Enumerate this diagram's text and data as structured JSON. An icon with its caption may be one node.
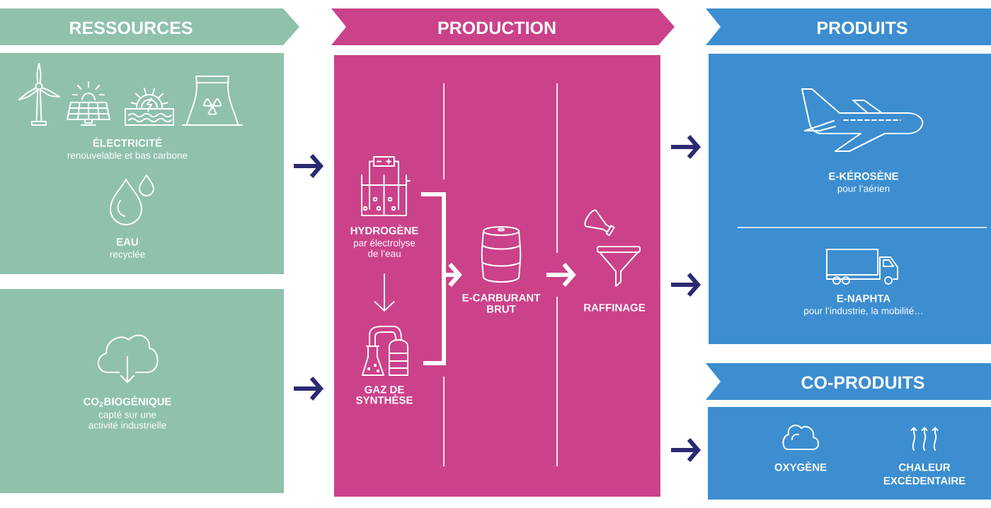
{
  "diagram": {
    "nodes": [
      {
        "text": [
          "RESSOURCES"
        ]
      },
      {
        "text": [],
        "shape": "box"
      },
      {
        "text": [
          "ÉLECTRICITÉ",
          "renouvelable et bas carbone"
        ],
        "in": 1
      },
      {
        "text": [
          "EAU",
          "recyclée"
        ],
        "in": 1
      },
      {
        "text": [],
        "shape": "box"
      },
      {
        "text": [
          "CO$_{2}$BIOGÉNIQUE",
          "capté sur une activité industrielle"
        ],
        "in": 4
      },
      {
        "text": [
          "PRODUCTION"
        ]
      },
      {
        "text": [],
        "shape": "box"
      },
      {
        "text": [
          "HYDROGÈNE",
          "par électrolyse de l’eau"
        ],
        "in": 7
      },
      {
        "text": [
          "GAZ DE SYNTHÈSE"
        ],
        "in": 7
      },
      {
        "text": [
          "E-CARBURANT BRUT"
        ],
        "in": 7
      },
      {
        "text": [
          "RAFFINAGE"
        ],
        "in": 7
      },
      {
        "text": [
          "PRODUITS"
        ]
      },
      {
        "text": [],
        "shape": "box"
      },
      {
        "text": [
          "E-KÉROSÈNE",
          "pour l’aérien"
        ],
        "in": 13
      },
      {
        "text": [
          "E-NAPHTA",
          "pour l’industrie, la mobilité…"
        ],
        "in": 13
      },
      {
        "text": [
          "CO-PRODUITS"
        ]
      },
      {
        "text": [],
        "shape": "box"
      },
      {
        "text": [
          "OXYGÈNE"
        ],
        "in": 17
      },
      {
        "text": [
          "CHALEUR EXCÉDENTAIRE"
        ],
        "in": 17
      }
    ],
    "edges": [
      {
        "from": 1,
        "to": 7,
        "arrow": "to"
      },
      {
        "from": 4,
        "to": 7,
        "arrow": "to"
      },
      {
        "from": 8,
        "to": 9,
        "arrow": "to",
        "color": "#ffffff"
      },
      {
        "from": 8,
        "to": 10,
        "arrow": "to",
        "color": "#ffffff"
      },
      {
        "from": 9,
        "to": 10,
        "arrow": "to",
        "color": "#ffffff"
      },
      {
        "from": 10,
        "to": 11,
        "arrow": "to",
        "color": "#ffffff"
      },
      {
        "from": 7,
        "to": 13,
        "arrow": "to"
      },
      {
        "from": 7,
        "to": 13,
        "arrow": "to"
      },
      {
        "from": 7,
        "to": 17,
        "arrow": "to"
      }
    ]
  }
}
